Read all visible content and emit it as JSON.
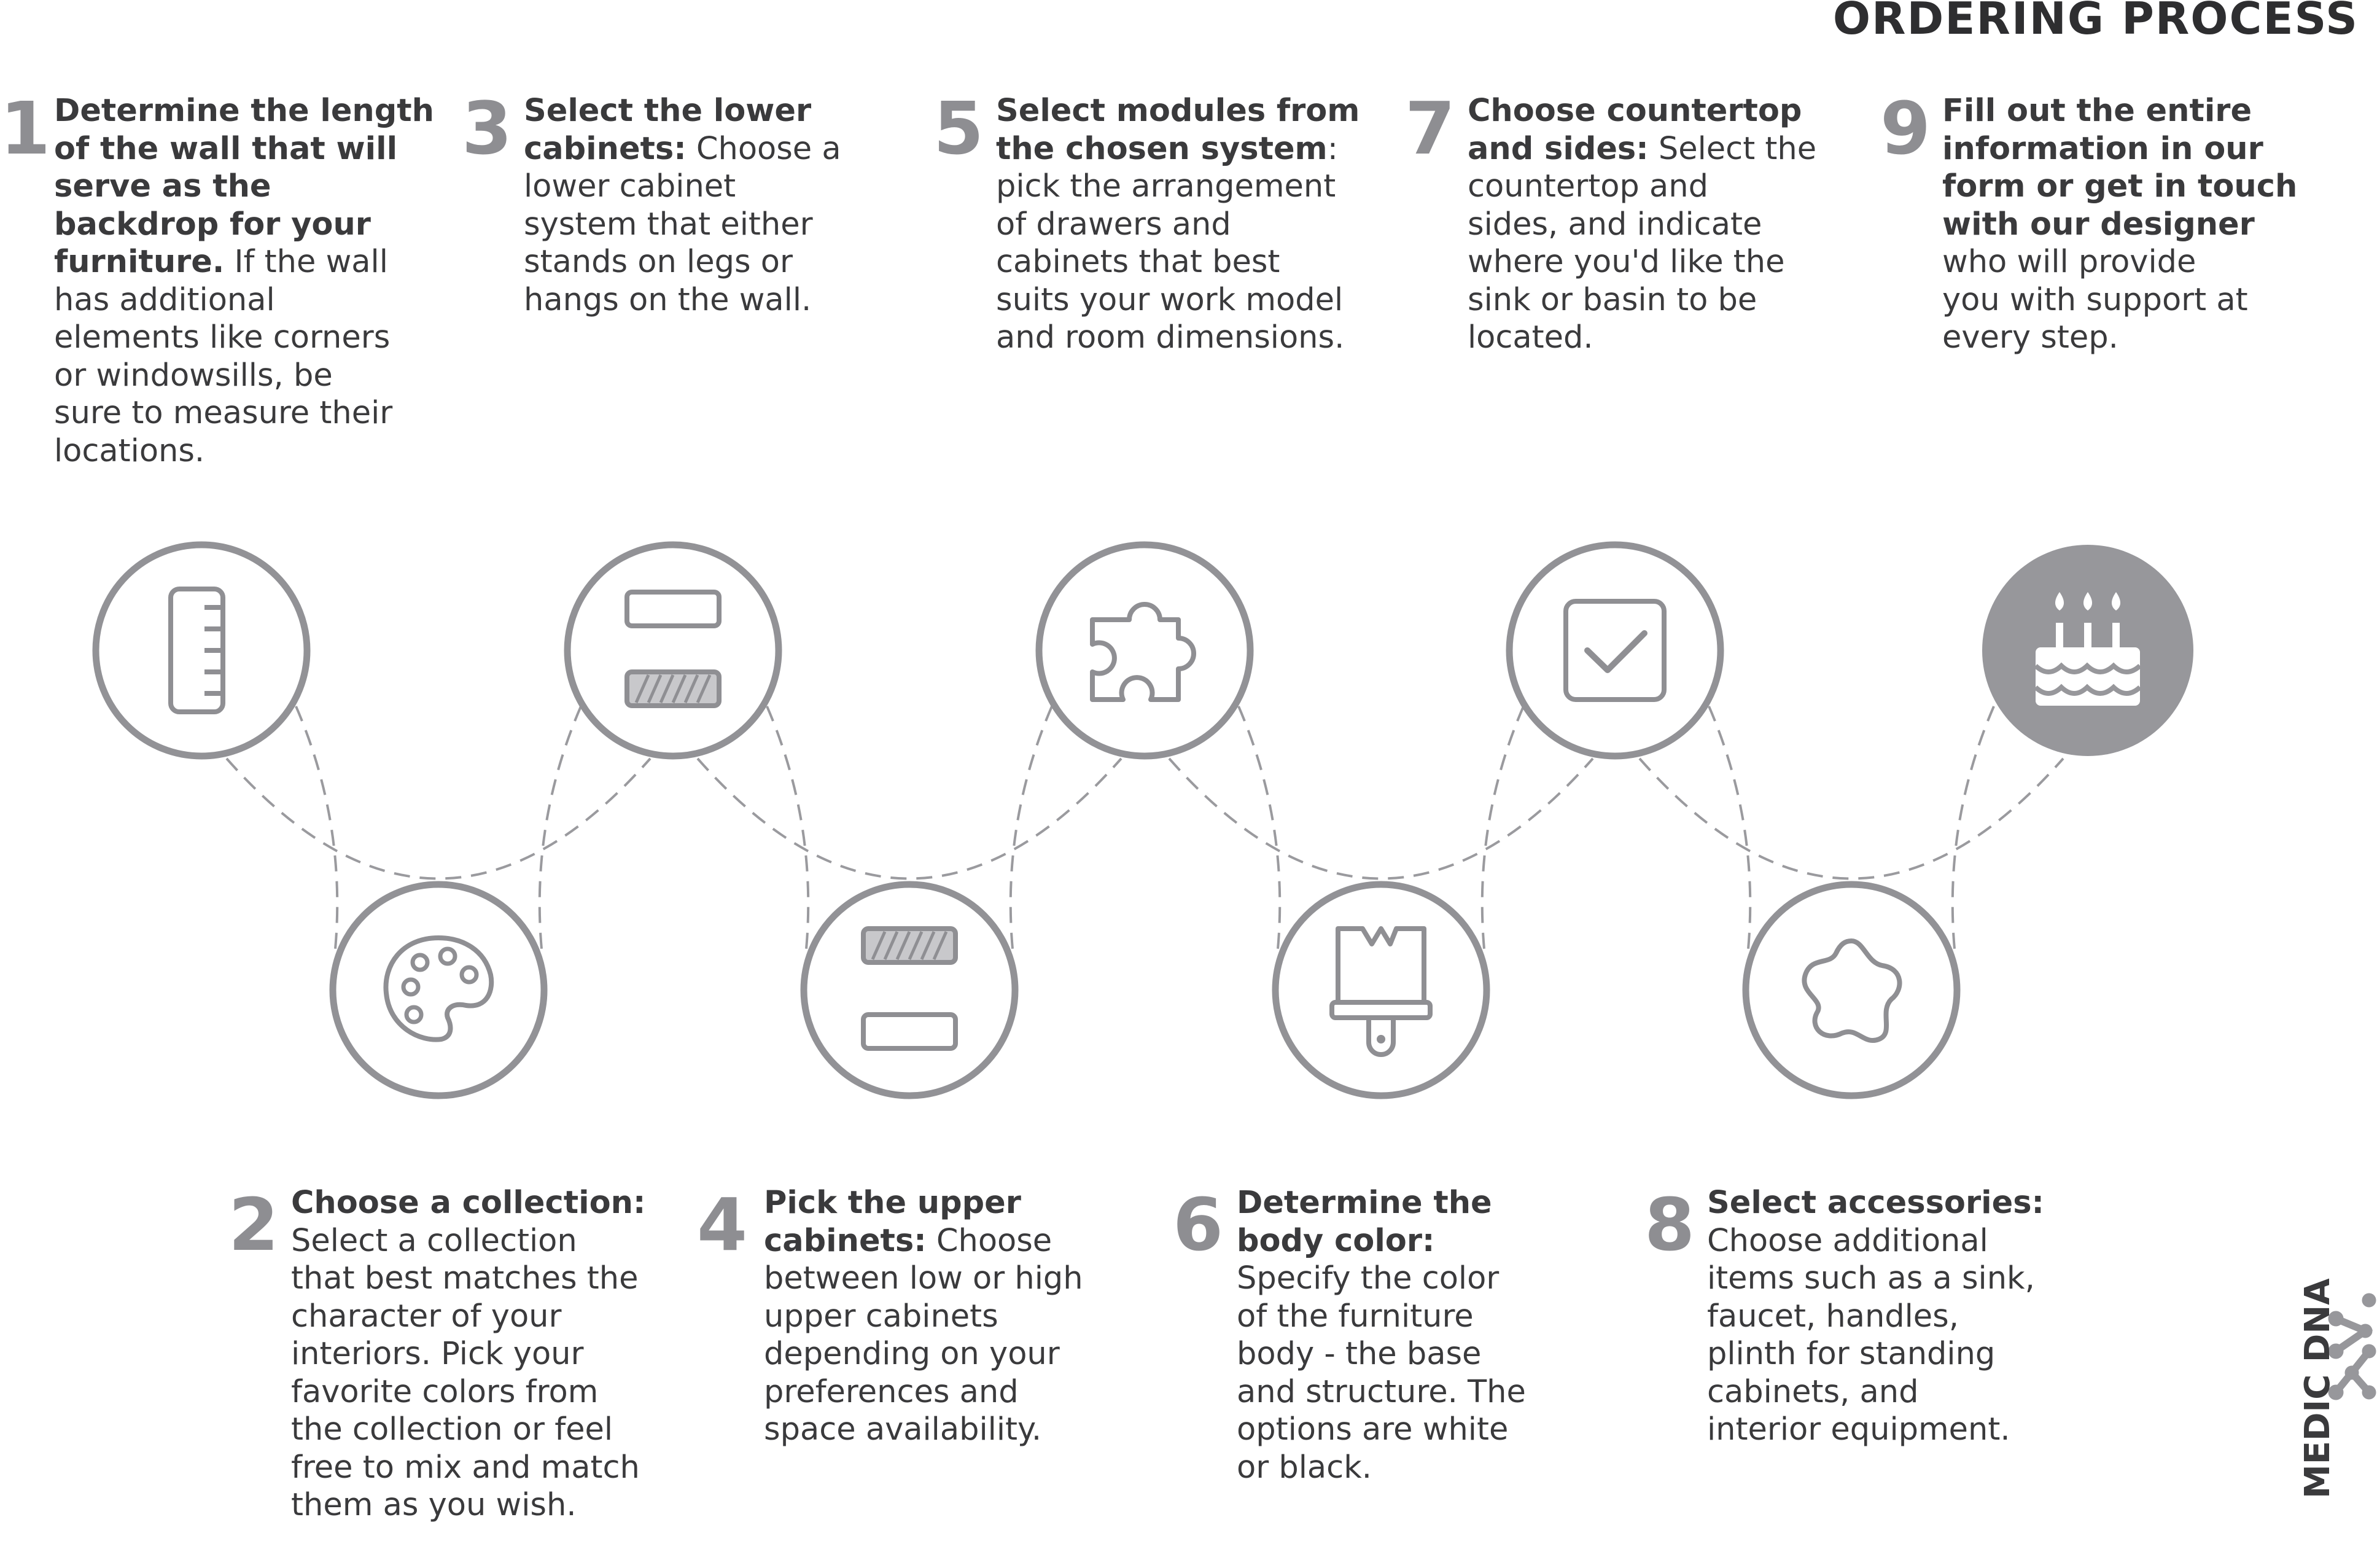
{
  "title": "ORDERING PROCESS",
  "colors": {
    "circle": "#929296",
    "text": "#3a3a3c",
    "number": "#8e8e92",
    "dash": "#9a9a9e",
    "final_fill": "#97979b"
  },
  "steps": [
    {
      "number": "1",
      "icon": "ruler-icon",
      "segments": [
        {
          "t": "Determine the length\nof the wall that will\nserve as the\nbackdrop for your\nfurniture.",
          "b": true
        },
        {
          "t": " If the wall\nhas additional\nelements like corners\nor windowsills, be\nsure to measure their\nlocations.",
          "b": false
        }
      ]
    },
    {
      "number": "2",
      "icon": "palette-icon",
      "segments": [
        {
          "t": "Choose a collection:",
          "b": true
        },
        {
          "t": "\nSelect a collection\nthat best matches the\ncharacter of your\ninteriors. Pick your\nfavorite colors from\nthe collection or feel\nfree to mix and match\nthem as you wish.",
          "b": false
        }
      ]
    },
    {
      "number": "3",
      "icon": "lower-cabinet-icon",
      "segments": [
        {
          "t": "Select the lower\ncabinets:",
          "b": true
        },
        {
          "t": " Choose a\nlower cabinet\nsystem that either\nstands on legs or\nhangs on the wall.",
          "b": false
        }
      ]
    },
    {
      "number": "4",
      "icon": "upper-cabinet-icon",
      "segments": [
        {
          "t": "Pick the upper\ncabinets:",
          "b": true
        },
        {
          "t": " Choose\nbetween low or high\nupper cabinets\ndepending on your\npreferences and\nspace availability.",
          "b": false
        }
      ]
    },
    {
      "number": "5",
      "icon": "puzzle-icon",
      "segments": [
        {
          "t": "Select modules from\nthe chosen system",
          "b": true
        },
        {
          "t": ":\npick the arrangement\nof drawers and\ncabinets that best\nsuits your work model\nand room dimensions.",
          "b": false
        }
      ]
    },
    {
      "number": "6",
      "icon": "paintbrush-icon",
      "segments": [
        {
          "t": "Determine the\nbody color:",
          "b": true
        },
        {
          "t": "\nSpecify the color\nof the furniture\nbody - the base\nand structure. The\noptions are white\nor black.",
          "b": false
        }
      ]
    },
    {
      "number": "7",
      "icon": "checkbox-icon",
      "segments": [
        {
          "t": "Choose countertop\nand sides:",
          "b": true
        },
        {
          "t": " Select the\ncountertop and\nsides, and indicate\nwhere you'd like the\nsink or basin to be\nlocated.",
          "b": false
        }
      ]
    },
    {
      "number": "8",
      "icon": "star-blob-icon",
      "segments": [
        {
          "t": "Select accessories:",
          "b": true
        },
        {
          "t": "\nChoose additional\nitems such as a sink,\nfaucet, handles,\nplinth for standing\ncabinets, and\ninterior equipment.",
          "b": false
        }
      ]
    },
    {
      "number": "9",
      "icon": "cake-icon",
      "segments": [
        {
          "t": "Fill out the entire\ninformation in our\nform or get in touch\nwith our designer",
          "b": true
        },
        {
          "t": "\nwho will provide\nyou with support at\nevery step.",
          "b": false
        }
      ]
    }
  ],
  "logo": {
    "text": "MEDIC DNA",
    "icon": "dna-logo-icon"
  }
}
